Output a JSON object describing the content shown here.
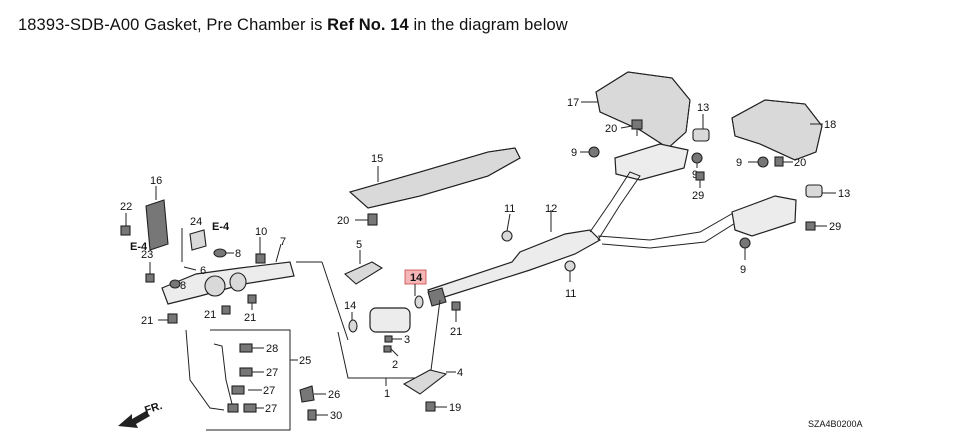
{
  "header": {
    "part_number": "18393-SDB-A00",
    "part_name": "Gasket, Pre Chamber",
    "is_text": "is",
    "ref_text": "Ref No. 14",
    "tail_text": "in the diagram below"
  },
  "highlight": {
    "label": "14",
    "color": "#f4b6b6"
  },
  "callouts": {
    "c17": "17",
    "c13a": "13",
    "c18": "18",
    "c20a": "20",
    "c9a": "9",
    "c9b": "9",
    "c9c": "9",
    "c20b": "20",
    "c29a": "29",
    "c15": "15",
    "c16": "16",
    "c22": "22",
    "c24": "24",
    "e4a": "E-4",
    "c10": "10",
    "c7": "7",
    "c23": "23",
    "e4b": "E-4",
    "c8a": "8",
    "c6": "6",
    "c8b": "8",
    "c20c": "20",
    "c5": "5",
    "c11a": "11",
    "c12": "12",
    "c13b": "13",
    "c29b": "29",
    "c9d": "9",
    "c11b": "11",
    "c21a": "21",
    "c21b": "21",
    "c21c": "21",
    "c21d": "21",
    "c14b": "14",
    "c3": "3",
    "c2": "2",
    "c1": "1",
    "c4": "4",
    "c19": "19",
    "c28": "28",
    "c25": "25",
    "c27a": "27",
    "c27b": "27",
    "c27c": "27",
    "c26": "26",
    "c30": "30"
  },
  "fr_label": "FR.",
  "diagram_code": "SZA4B0200A"
}
